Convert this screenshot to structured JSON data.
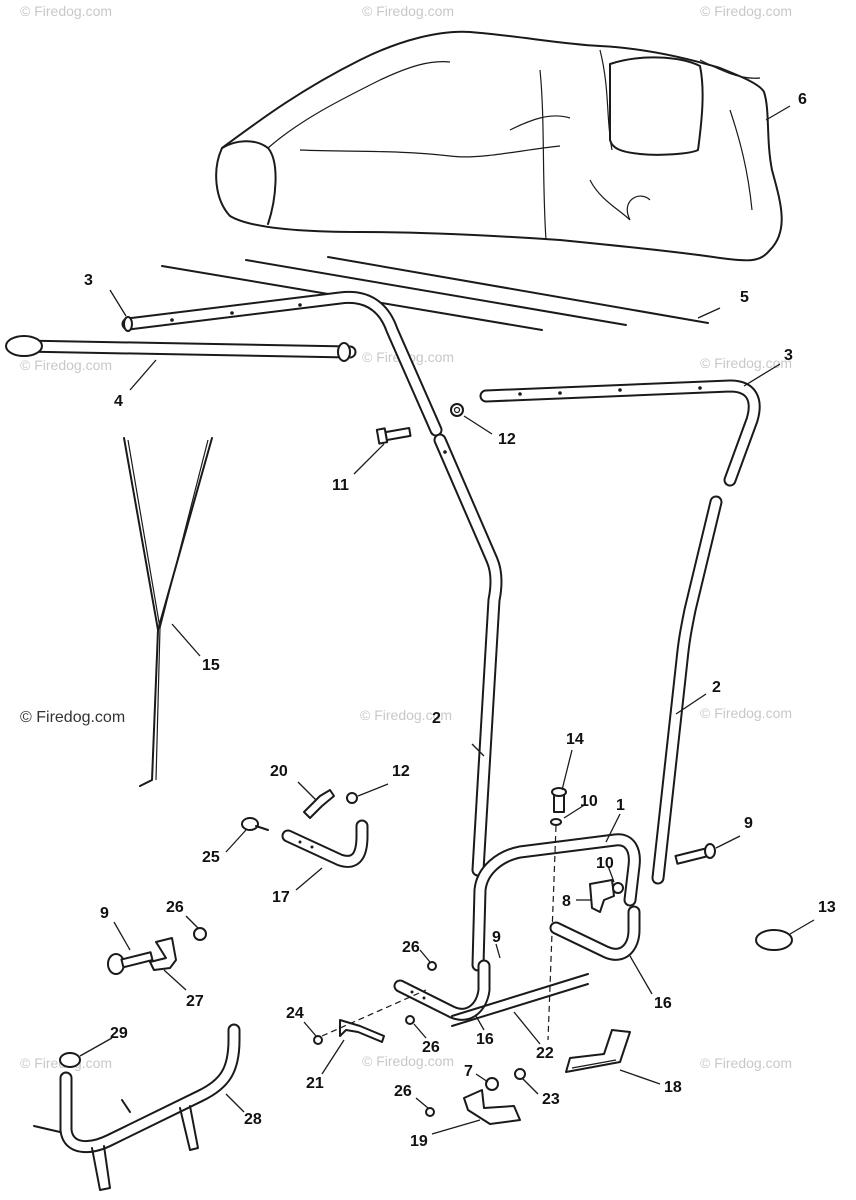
{
  "watermarks": {
    "text": "© Firedog.com",
    "text_plain": "Firedog.com",
    "main": "© Firedog.com"
  },
  "callouts": {
    "c1": "1",
    "c2": "2",
    "c3": "3",
    "c4": "4",
    "c5": "5",
    "c6": "6",
    "c7": "7",
    "c8": "8",
    "c9": "9",
    "c10": "10",
    "c11": "11",
    "c12": "12",
    "c13": "13",
    "c14": "14",
    "c15": "15",
    "c16": "16",
    "c17": "17",
    "c18": "18",
    "c19": "19",
    "c20": "20",
    "c21": "21",
    "c22": "22",
    "c23": "23",
    "c24": "24",
    "c25": "25",
    "c26": "26",
    "c27": "27",
    "c28": "28",
    "c29": "29"
  }
}
